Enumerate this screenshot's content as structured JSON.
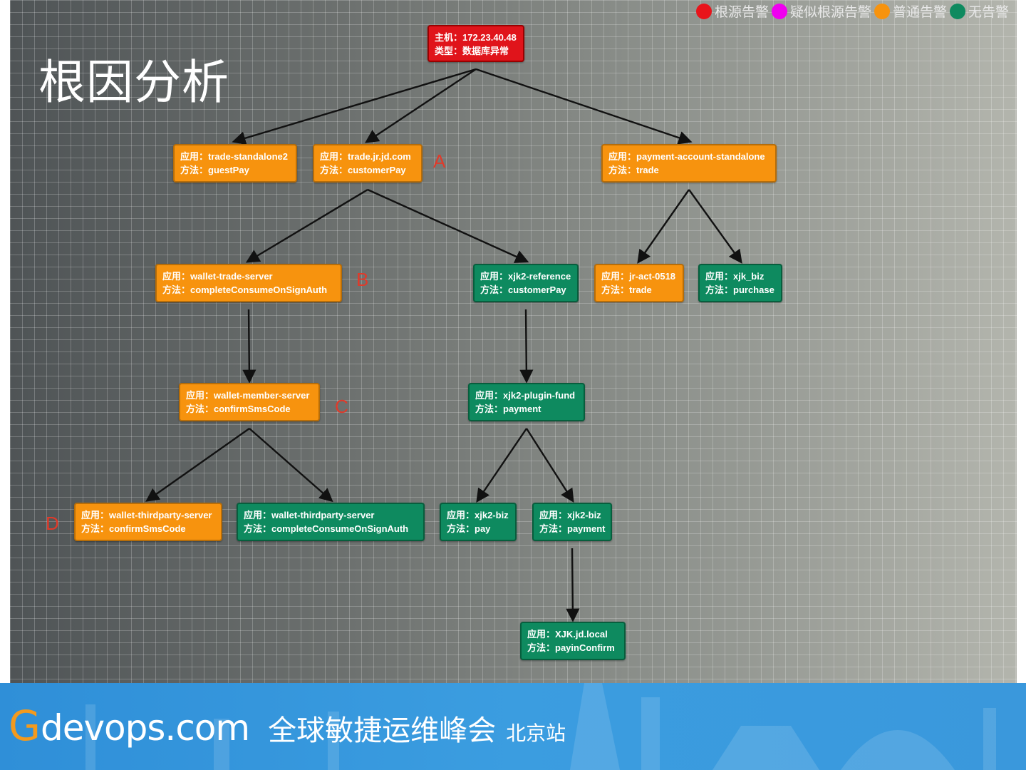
{
  "slide": {
    "title": "根因分析"
  },
  "legend": [
    {
      "label": "根源告警",
      "color": "#e8141b"
    },
    {
      "label": "疑似根源告警",
      "color": "#f000f0"
    },
    {
      "label": "普通告警",
      "color": "#f7930e"
    },
    {
      "label": "无告警",
      "color": "#0e8a5f"
    }
  ],
  "root": {
    "line1": "主机：172.23.40.48",
    "line2": "类型：数据库异常",
    "status": "root"
  },
  "nodes": [
    {
      "id": "n1",
      "line1": "应用：trade-standalone2",
      "line2": "方法：guestPay",
      "status": "normal"
    },
    {
      "id": "n2",
      "line1": "应用：trade.jr.jd.com",
      "line2": "方法：customerPay",
      "status": "normal"
    },
    {
      "id": "n3",
      "line1": "应用：payment-account-standalone",
      "line2": "方法：trade",
      "status": "normal"
    },
    {
      "id": "n4",
      "line1": "应用：wallet-trade-server",
      "line2": "方法：completeConsumeOnSignAuth",
      "status": "normal"
    },
    {
      "id": "n5",
      "line1": "应用：xjk2-reference",
      "line2": "方法：customerPay",
      "status": "none"
    },
    {
      "id": "n6",
      "line1": "应用：jr-act-0518",
      "line2": "方法：trade",
      "status": "normal"
    },
    {
      "id": "n7",
      "line1": "应用：xjk_biz",
      "line2": "方法：purchase",
      "status": "none"
    },
    {
      "id": "n8",
      "line1": "应用：wallet-member-server",
      "line2": "方法：confirmSmsCode",
      "status": "normal"
    },
    {
      "id": "n9",
      "line1": "应用：xjk2-plugin-fund",
      "line2": "方法：payment",
      "status": "none"
    },
    {
      "id": "n10",
      "line1": "应用：wallet-thirdparty-server",
      "line2": "方法：confirmSmsCode",
      "status": "normal"
    },
    {
      "id": "n11",
      "line1": "应用：wallet-thirdparty-server",
      "line2": "方法：completeConsumeOnSignAuth",
      "status": "none"
    },
    {
      "id": "n12",
      "line1": "应用：xjk2-biz",
      "line2": "方法：pay",
      "status": "none"
    },
    {
      "id": "n13",
      "line1": "应用：xjk2-biz",
      "line2": "方法：payment",
      "status": "none"
    },
    {
      "id": "n14",
      "line1": "应用：XJK.jd.local",
      "line2": "方法：payinConfirm",
      "status": "none"
    }
  ],
  "edges": [
    [
      "root",
      "n1"
    ],
    [
      "root",
      "n2"
    ],
    [
      "root",
      "n3"
    ],
    [
      "n2",
      "n4"
    ],
    [
      "n2",
      "n5"
    ],
    [
      "n3",
      "n6"
    ],
    [
      "n3",
      "n7"
    ],
    [
      "n4",
      "n8"
    ],
    [
      "n5",
      "n9"
    ],
    [
      "n8",
      "n10"
    ],
    [
      "n8",
      "n11"
    ],
    [
      "n9",
      "n12"
    ],
    [
      "n9",
      "n13"
    ],
    [
      "n13",
      "n14"
    ]
  ],
  "markers": {
    "a": "A",
    "b": "B",
    "c": "C",
    "d": "D"
  },
  "footer": {
    "logo_g": "G",
    "logo_rest": "devops.com",
    "subtitle": "全球敏捷运维峰会",
    "subtitle_small": "北京站"
  }
}
